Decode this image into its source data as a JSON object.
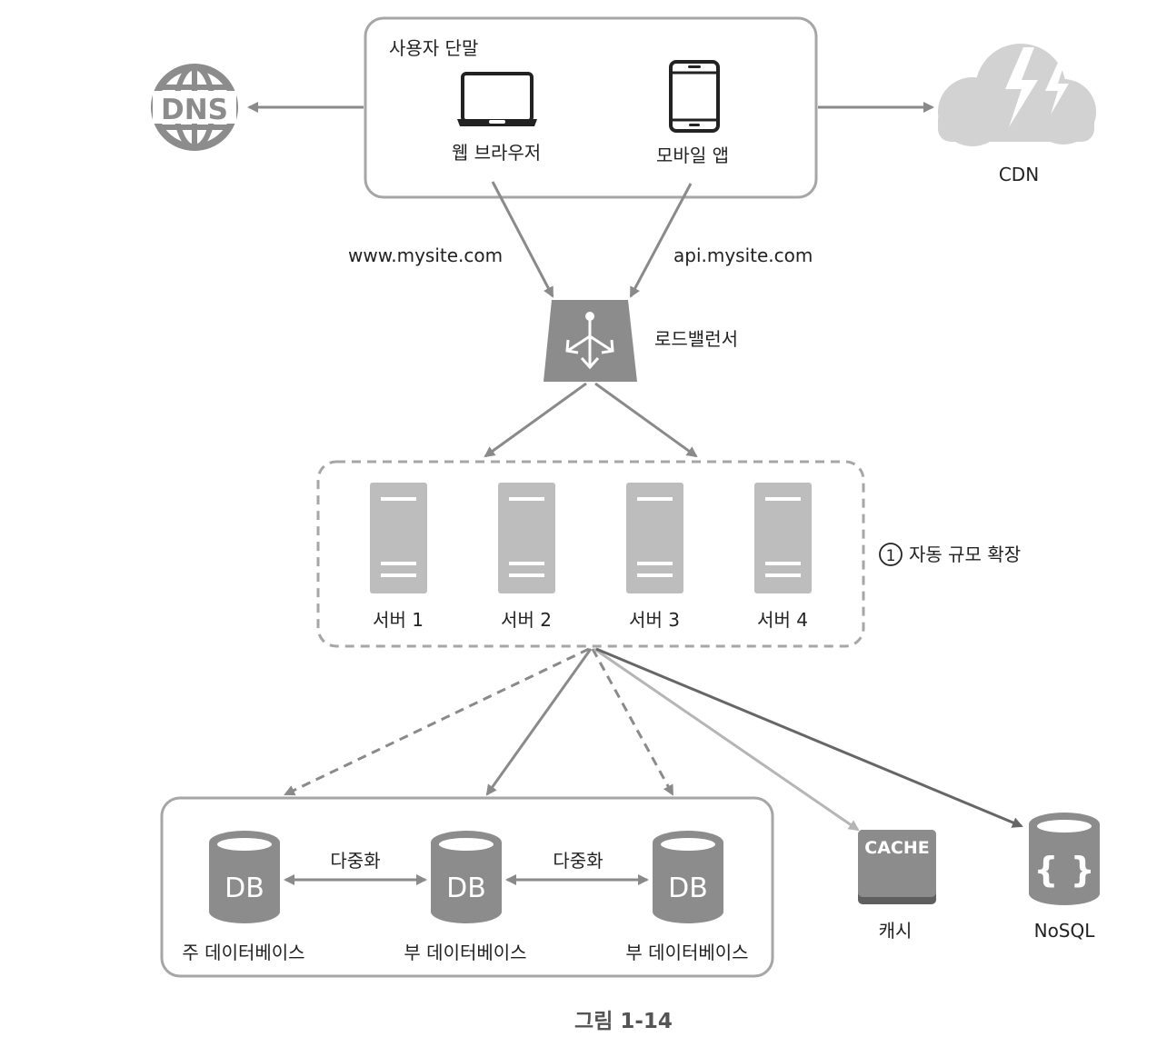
{
  "client": {
    "title": "사용자 단말",
    "web_browser": "웹 브라우저",
    "mobile_app": "모바일 앱"
  },
  "dns": {
    "icon_text": "DNS"
  },
  "cdn": {
    "label": "CDN"
  },
  "routes": {
    "web": "www.mysite.com",
    "api": "api.mysite.com"
  },
  "load_balancer": {
    "label": "로드밸런서"
  },
  "autoscale": {
    "number": "1",
    "label": "자동 규모 확장"
  },
  "servers": [
    {
      "label": "서버 1"
    },
    {
      "label": "서버 2"
    },
    {
      "label": "서버 3"
    },
    {
      "label": "서버 4"
    }
  ],
  "databases": {
    "icon_text": "DB",
    "master": "주 데이터베이스",
    "slave_1": "부 데이터베이스",
    "slave_2": "부 데이터베이스",
    "replication_1": "다중화",
    "replication_2": "다중화"
  },
  "cache": {
    "icon_text": "CACHE",
    "label": "캐시"
  },
  "nosql": {
    "icon_text": "{ }",
    "label": "NoSQL"
  },
  "caption": "그림 1-14",
  "colors": {
    "line": "#8a8a8a",
    "light_line": "#b5b5b5",
    "dark_line": "#666666",
    "icon_fill": "#8c8c8c",
    "server_fill": "#bdbdbd",
    "cdn_fill": "#d2d2d2"
  }
}
